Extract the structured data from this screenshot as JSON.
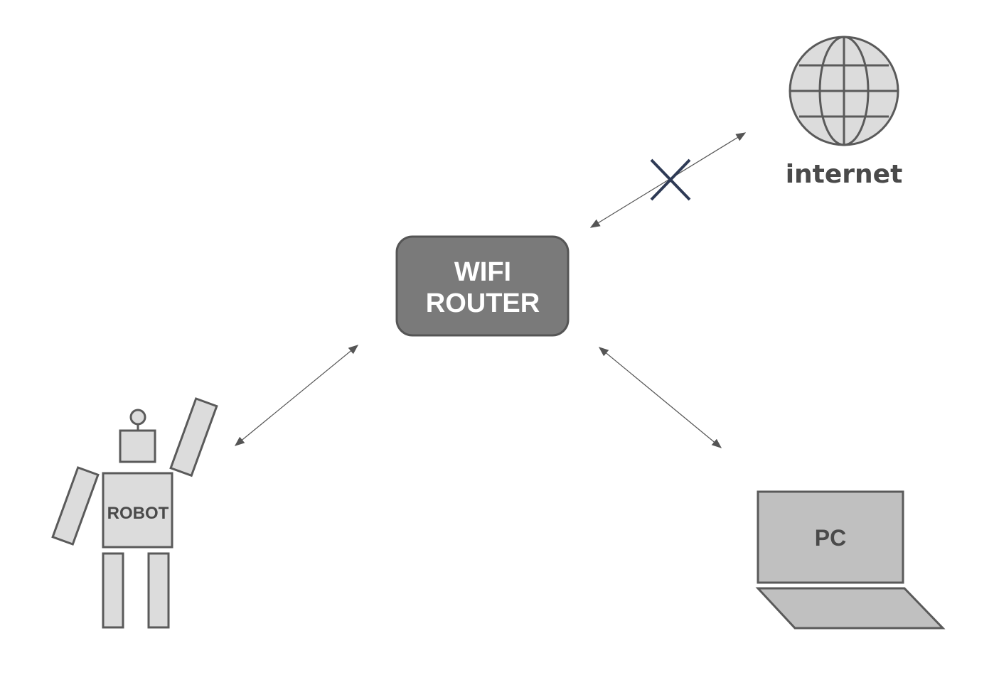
{
  "router": {
    "line1": "WIFI",
    "line2": "ROUTER"
  },
  "internet": {
    "label": "internet"
  },
  "robot": {
    "label": "ROBOT"
  },
  "pc": {
    "label": "PC"
  },
  "colors": {
    "router_fill": "#7a7a7a",
    "router_stroke": "#555555",
    "device_fill": "#dcdcdc",
    "pc_fill": "#c0c0c0",
    "device_stroke": "#5a5a5a",
    "arrow": "#555555",
    "cross": "#2e3a55"
  },
  "connections": [
    {
      "from": "robot",
      "to": "router",
      "status": "connected"
    },
    {
      "from": "pc",
      "to": "router",
      "status": "connected"
    },
    {
      "from": "router",
      "to": "internet",
      "status": "disconnected"
    }
  ]
}
